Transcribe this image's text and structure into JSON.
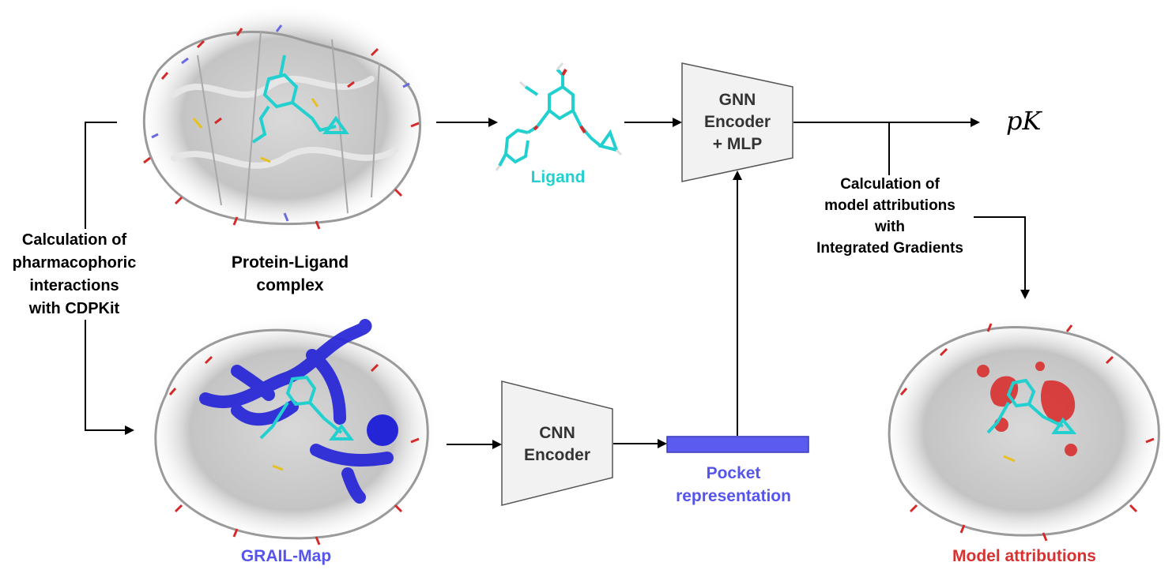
{
  "labels": {
    "protein_ligand": "Protein-Ligand\ncomplex",
    "ligand": "Ligand",
    "gnn_encoder": "GNN\nEncoder\n+ MLP",
    "output": "pK",
    "pharmacophore": "Calculation of\npharmacophoric\ninteractions\nwith CDPKit",
    "attribution_calc": "Calculation of\nmodel attributions\nwith\nIntegrated Gradients",
    "grail_map": "GRAIL-Map",
    "cnn_encoder": "CNN\nEncoder",
    "pocket": "Pocket\nrepresentation",
    "model_attributions": "Model attributions"
  },
  "colors": {
    "ligand": "#22d0d0",
    "grail": "#5555ee",
    "pocket_bar": "#5b5bef",
    "attribution": "#d93030",
    "box_fill": "#f2f2f2",
    "box_stroke": "#555555",
    "protein": "#bdbdbd"
  }
}
